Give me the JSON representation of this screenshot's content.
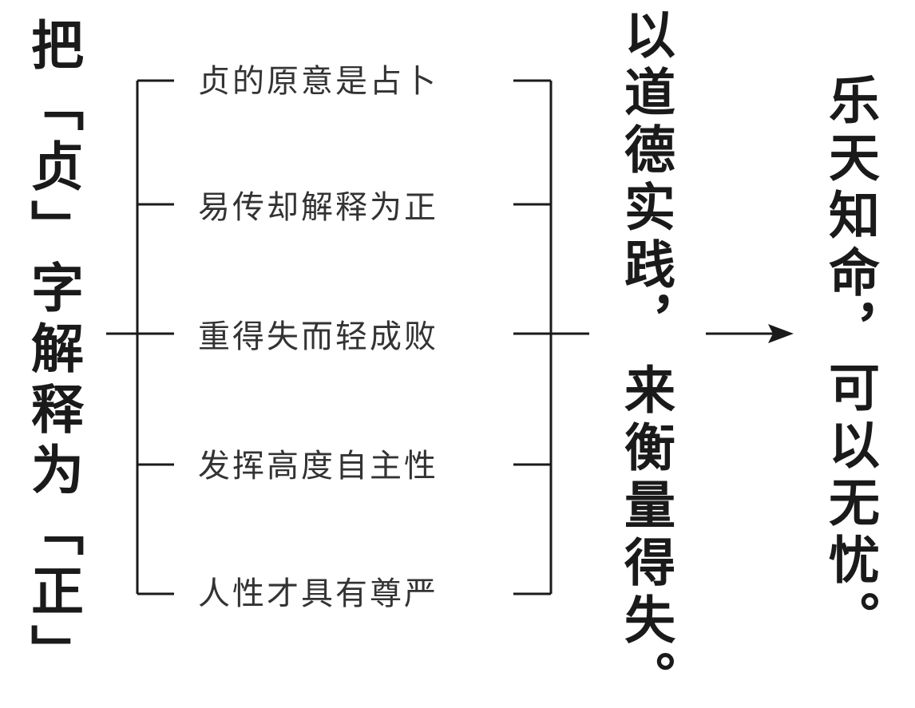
{
  "left_title": "把「贞」字解释为「正」",
  "items": [
    "贞的原意是占卜",
    "易传却解释为正",
    "重得失而轻成败",
    "发挥高度自主性",
    "人性才具有尊严"
  ],
  "middle_title_line1": "以道德实践，",
  "middle_title_line2": "来衡量得失。",
  "right_title_line1": "乐天知命，",
  "right_title_line2": "可以无忧。",
  "colors": {
    "ink": "#1a1a1a",
    "item_text": "#333333",
    "background": "#ffffff"
  },
  "connector": "arrow-right"
}
